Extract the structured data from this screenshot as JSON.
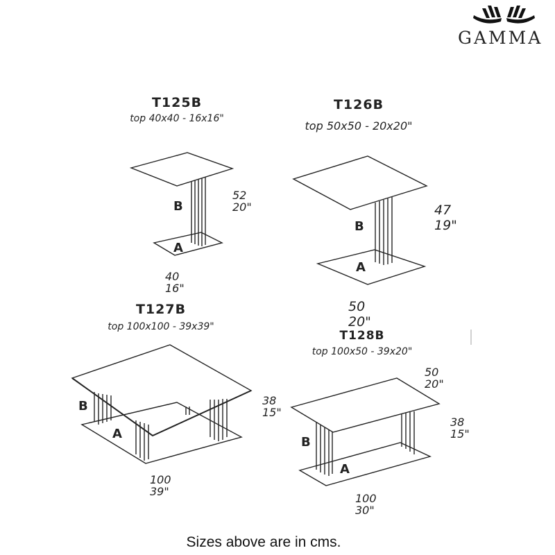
{
  "brand": {
    "name": "GAMMA"
  },
  "products": [
    {
      "code": "T125B",
      "top": "top 40x40 - 16x16\"",
      "label_a": "A",
      "label_b": "B",
      "height": [
        "52",
        "20\""
      ],
      "width": [
        "40",
        "16\""
      ]
    },
    {
      "code": "T126B",
      "top": "top 50x50 - 20x20\"",
      "label_a": "A",
      "label_b": "B",
      "height": [
        "47",
        "19\""
      ],
      "width": [
        "50",
        "20\""
      ]
    },
    {
      "code": "T127B",
      "top": "top 100x100 - 39x39\"",
      "label_a": "A",
      "label_b": "B",
      "height": [
        "38",
        "15\""
      ],
      "width": [
        "100",
        "39\""
      ]
    },
    {
      "code": "T128B",
      "top": "top 100x50 - 39x20\"",
      "label_a": "A",
      "label_b": "B",
      "depth": [
        "50",
        "20\""
      ],
      "height": [
        "38",
        "15\""
      ],
      "width": [
        "100",
        "30\""
      ]
    }
  ],
  "footer": "Sizes above are in cms."
}
